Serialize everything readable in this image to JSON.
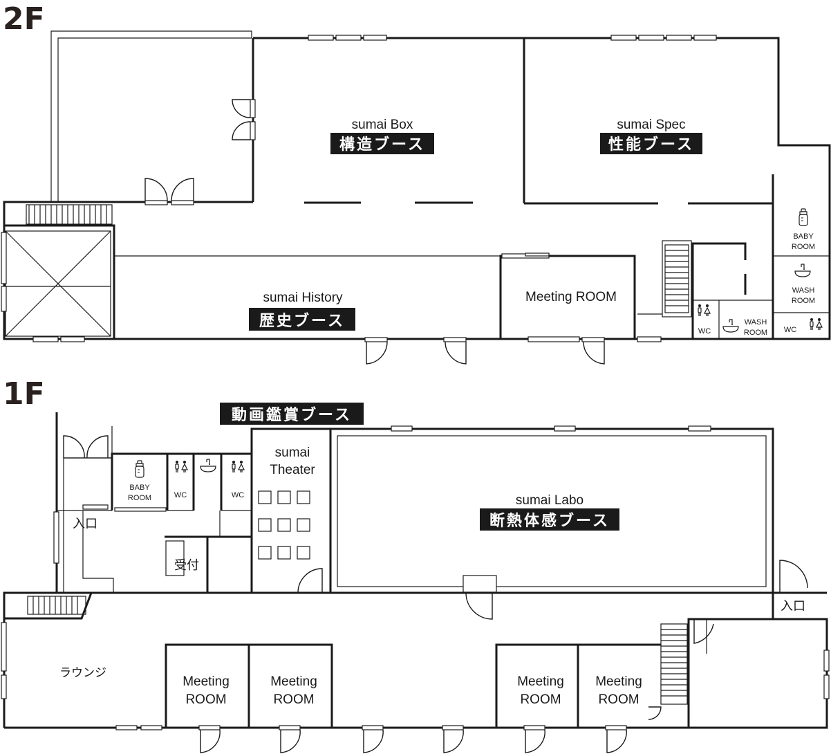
{
  "floors": {
    "upper": "2F",
    "lower": "1F"
  },
  "rooms2f": {
    "box": {
      "title": "sumai Box",
      "label": "構造ブース"
    },
    "spec": {
      "title": "sumai Spec",
      "label": "性能ブース"
    },
    "history": {
      "title": "sumai History",
      "label": "歴史ブース"
    },
    "meeting": "Meeting ROOM",
    "baby_line1": "BABY",
    "baby_line2": "ROOM",
    "wash_line1": "WASH",
    "wash_line2": "ROOM",
    "wash2_line1": "WASH",
    "wash2_line2": "ROOM",
    "wc_a": "WC",
    "wc_b": "WC"
  },
  "rooms1f": {
    "video_booth": "動画鑑賞ブース",
    "theater_line1": "sumai",
    "theater_line2": "Theater",
    "labo": {
      "title": "sumai Labo",
      "label": "断熱体感ブース"
    },
    "baby_line1": "BABY",
    "baby_line2": "ROOM",
    "wc_a": "WC",
    "wc_b": "WC",
    "entrance_west": "入口",
    "entrance_east": "入口",
    "reception": "受付",
    "lounge": "ラウンジ",
    "meeting_line1": "Meeting",
    "meeting_line2": "ROOM"
  },
  "colors": {
    "wall": "#1a1a1a",
    "label_bg": "#1a1a1a",
    "label_text": "#ffffff",
    "floor_text": "#2a2220"
  },
  "icons": [
    "bottle-icon",
    "sink-icon",
    "restroom-icon",
    "door-swing-icon",
    "stairs-icon"
  ]
}
